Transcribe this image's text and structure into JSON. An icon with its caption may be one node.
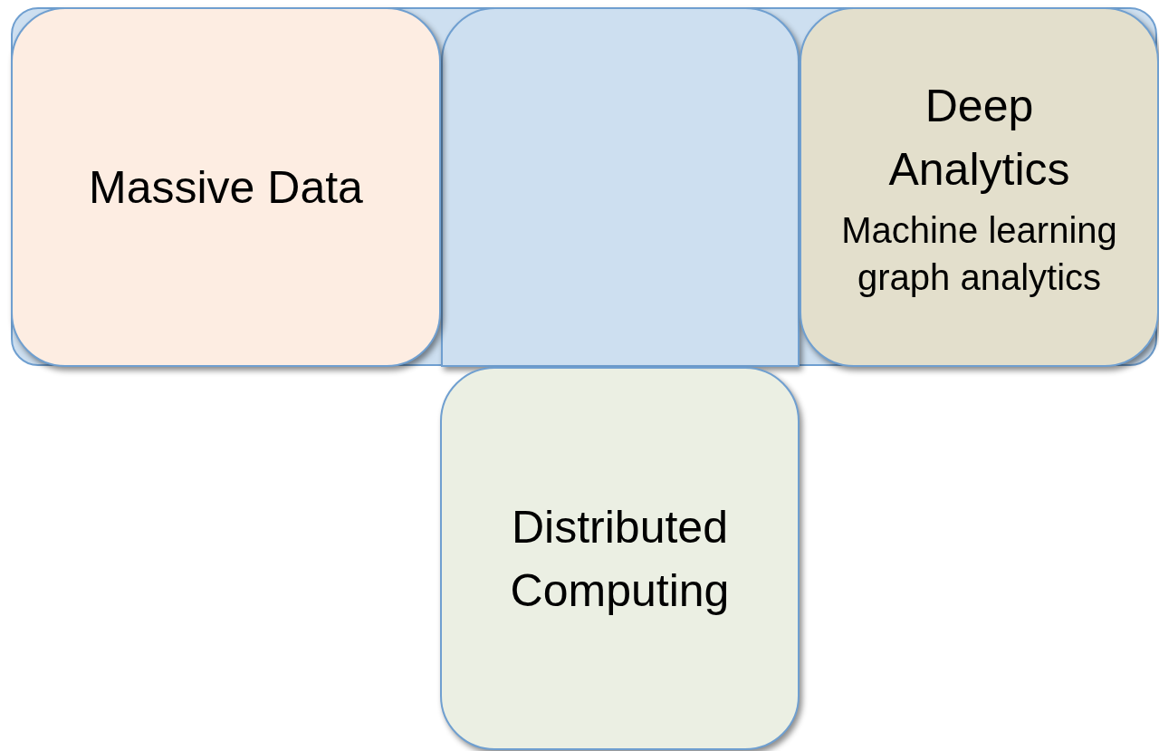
{
  "diagram": {
    "nodes": [
      {
        "text": [
          "Massive Data"
        ]
      },
      {
        "text": [],
        "shape": "box"
      },
      {
        "text": [
          "Deep Analytics",
          "Machine learning graph analytics"
        ]
      },
      {
        "text": [
          "Distributed Computing"
        ]
      }
    ]
  }
}
